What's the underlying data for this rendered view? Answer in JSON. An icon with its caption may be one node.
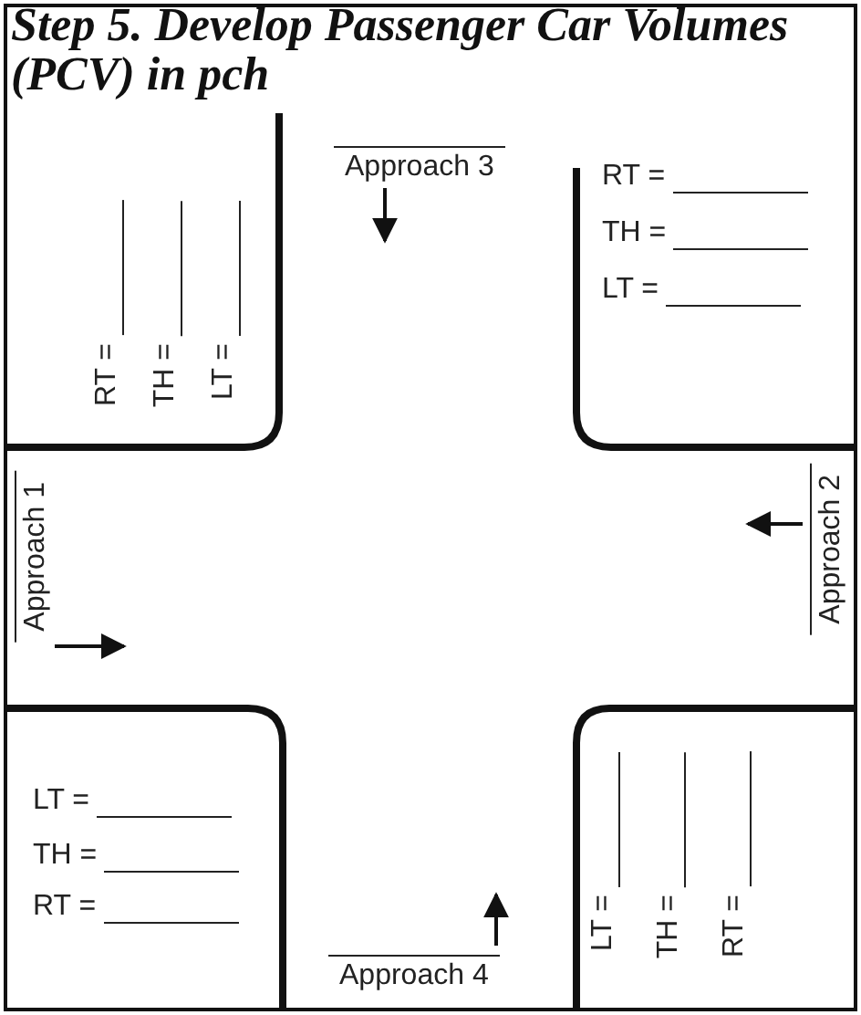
{
  "diagram": {
    "title": "Step 5. Develop Passenger Car Volumes (PCV) in pch",
    "labels": [
      "RT =",
      "TH =",
      "LT =",
      "Approach 3",
      "RT =",
      "TH =",
      "LT =",
      "Approach 1",
      "Approach 2",
      "LT =",
      "TH =",
      "RT =",
      "Approach 4",
      "LT =",
      "TH =",
      "RT ="
    ]
  }
}
